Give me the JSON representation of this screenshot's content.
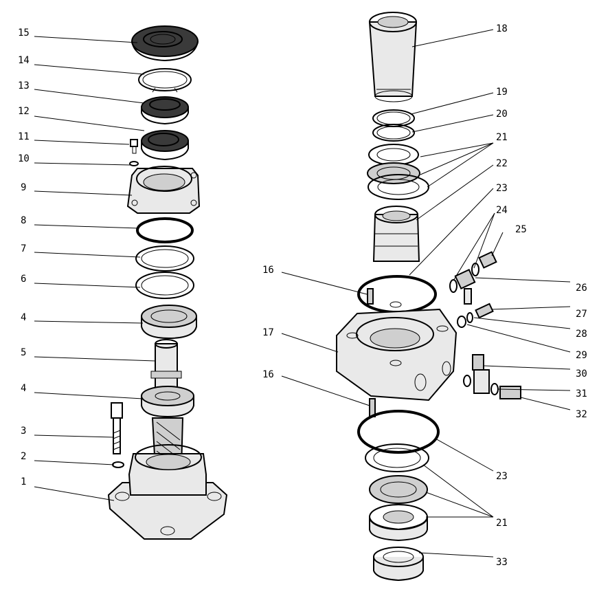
{
  "labels": {
    "l15": "15",
    "l14": "14",
    "l13": "13",
    "l12": "12",
    "l11": "11",
    "l10": "10",
    "l9": "9",
    "l8": "8",
    "l7": "7",
    "l6": "6",
    "l4a": "4",
    "l5": "5",
    "l4b": "4",
    "l3": "3",
    "l2": "2",
    "l1": "1",
    "l18": "18",
    "l19": "19",
    "l20": "20",
    "l21a": "21",
    "l22": "22",
    "l23a": "23",
    "l24": "24",
    "l25": "25",
    "l16a": "16",
    "l26": "26",
    "l27": "27",
    "l17": "17",
    "l28": "28",
    "l29": "29",
    "l16b": "16",
    "l30": "30",
    "l31": "31",
    "l32": "32",
    "l23b": "23",
    "l21b": "21",
    "l33": "33"
  }
}
